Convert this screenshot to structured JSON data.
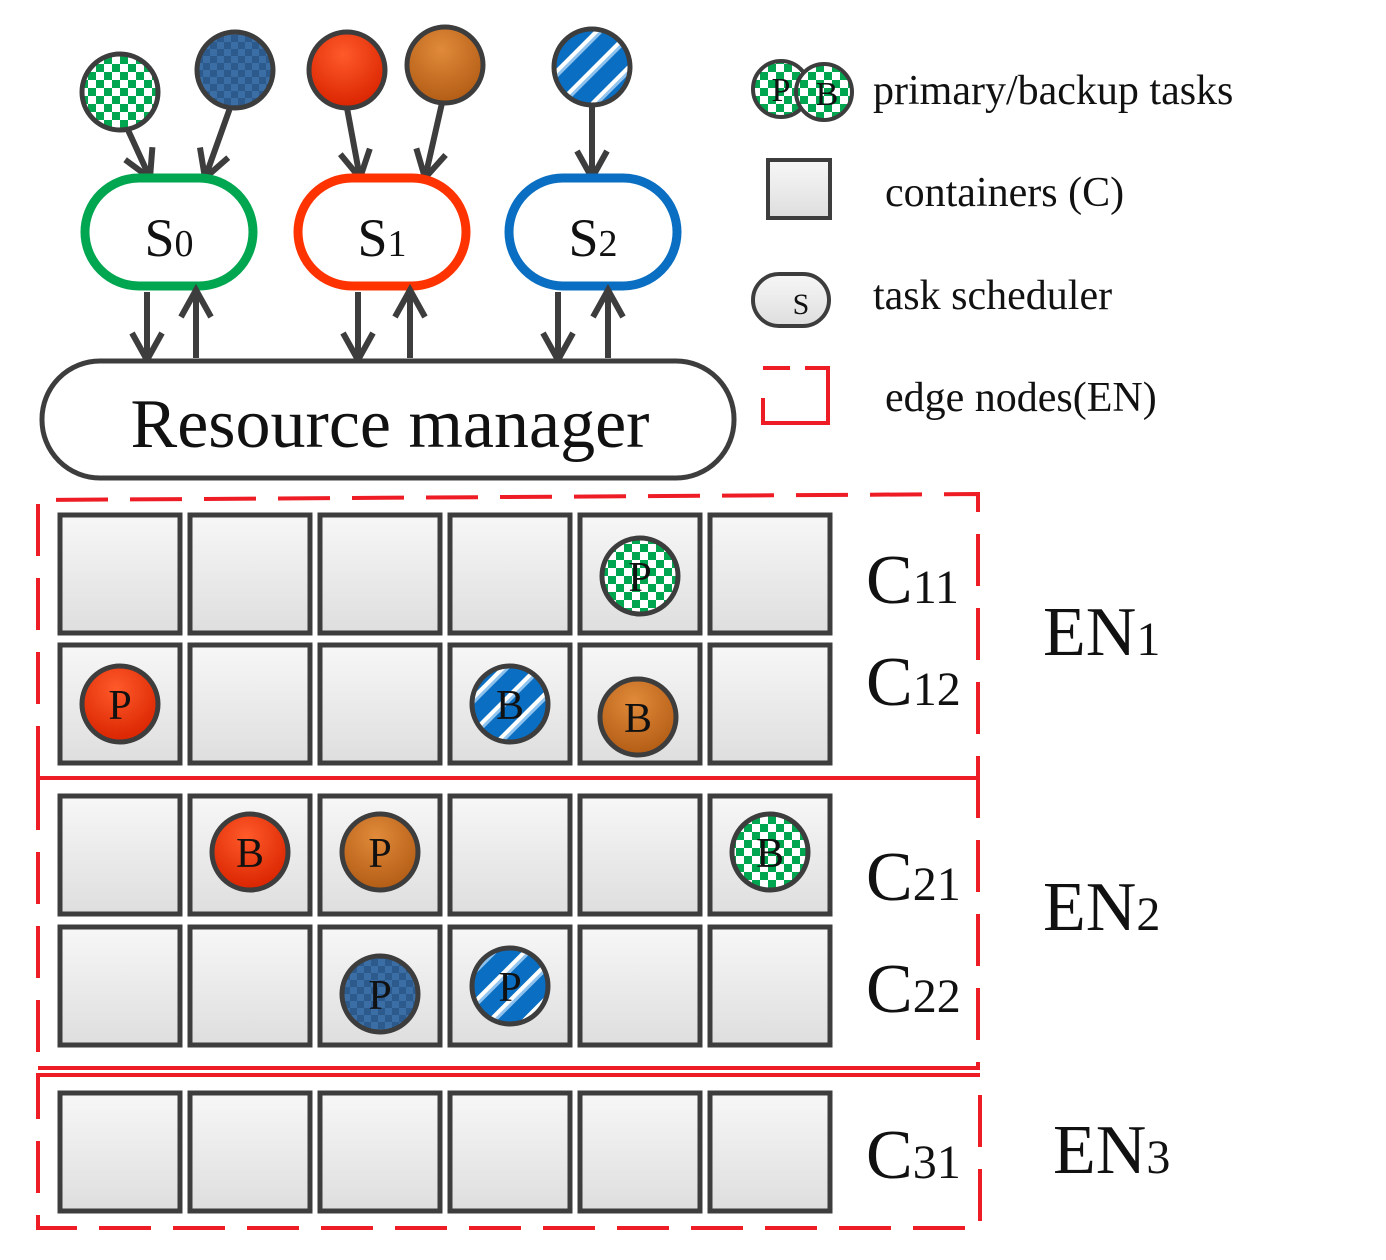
{
  "legend": {
    "task_label": "primary/backup tasks",
    "task_p": "P",
    "task_b": "B",
    "container_label": "containers (C)",
    "scheduler_label": "task scheduler",
    "scheduler_symbol": "S",
    "edge_label": "edge nodes(EN)"
  },
  "schedulers": [
    {
      "base": "S",
      "sub": "0",
      "color": "#00a650"
    },
    {
      "base": "S",
      "sub": "1",
      "color": "#ff3300"
    },
    {
      "base": "S",
      "sub": "2",
      "color": "#0a6fc2"
    }
  ],
  "resource_manager": "Resource manager",
  "containers": [
    {
      "base": "C",
      "sub": "11"
    },
    {
      "base": "C",
      "sub": "12"
    },
    {
      "base": "C",
      "sub": "21"
    },
    {
      "base": "C",
      "sub": "22"
    },
    {
      "base": "C",
      "sub": "31"
    }
  ],
  "edge_nodes": [
    {
      "base": "EN",
      "sub": "1"
    },
    {
      "base": "EN",
      "sub": "2"
    },
    {
      "base": "EN",
      "sub": "3"
    }
  ],
  "placements": [
    {
      "row": 0,
      "col": 4,
      "task": "green-check",
      "label": "P"
    },
    {
      "row": 1,
      "col": 0,
      "task": "red",
      "label": "P"
    },
    {
      "row": 1,
      "col": 3,
      "task": "blue-stripe",
      "label": "B"
    },
    {
      "row": 1,
      "col": 4,
      "task": "orange",
      "label": "B"
    },
    {
      "row": 2,
      "col": 1,
      "task": "red",
      "label": "B"
    },
    {
      "row": 2,
      "col": 2,
      "task": "orange",
      "label": "P"
    },
    {
      "row": 2,
      "col": 5,
      "task": "green-check",
      "label": "B"
    },
    {
      "row": 3,
      "col": 2,
      "task": "blue-check",
      "label": "P"
    },
    {
      "row": 3,
      "col": 3,
      "task": "blue-stripe",
      "label": "P"
    }
  ],
  "colors": {
    "edge_border": "#ee1c24",
    "line": "#3d3d3d"
  }
}
